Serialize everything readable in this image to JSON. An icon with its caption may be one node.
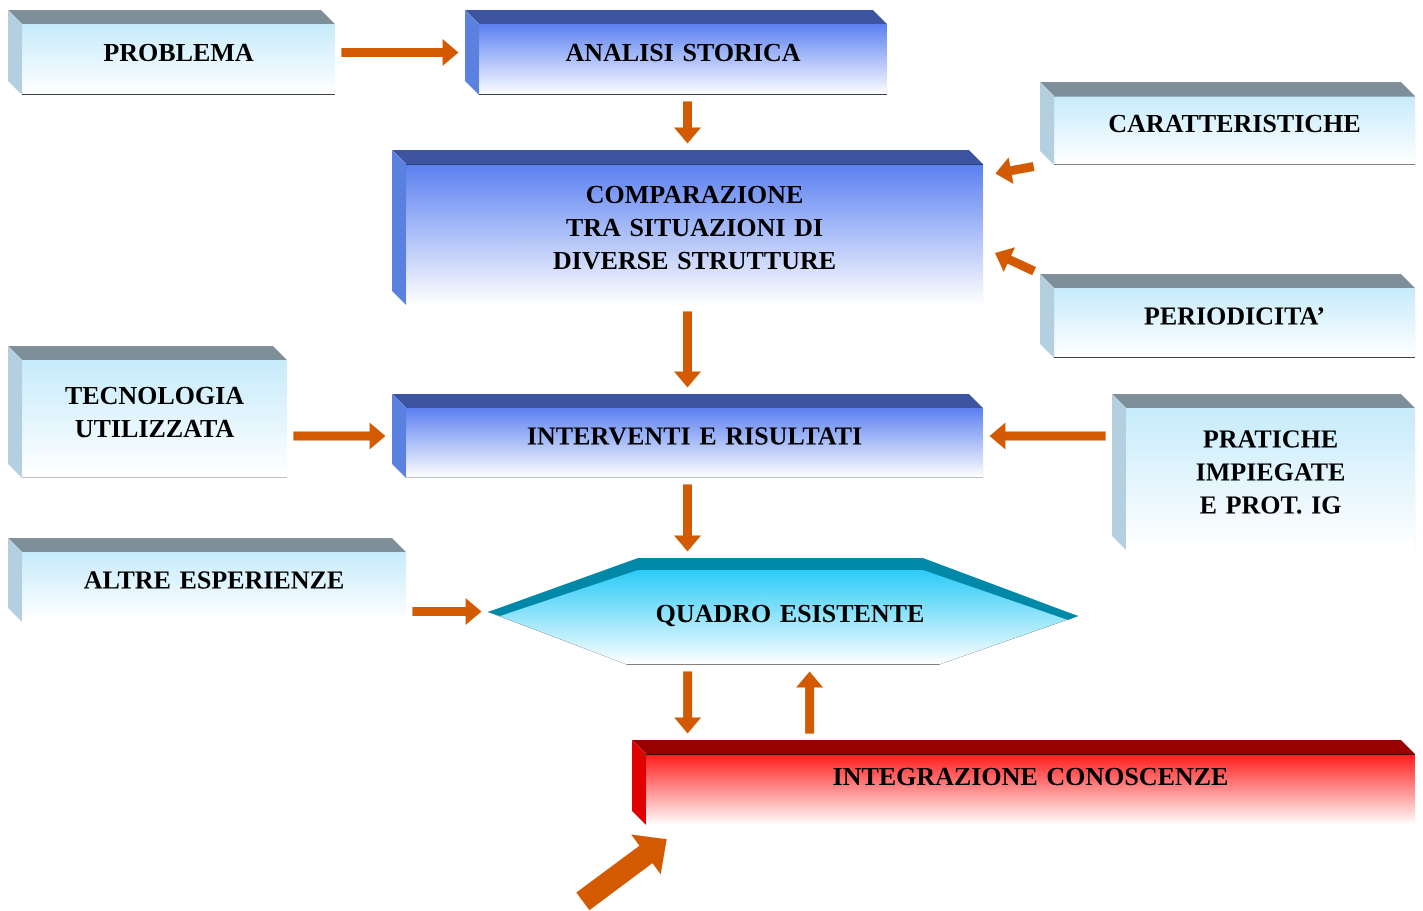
{
  "diagram": {
    "nodes": [
      {
        "text": [
          "PROBLEMA"
        ]
      },
      {
        "text": [
          "ANALISI STORICA"
        ]
      },
      {
        "text": [
          "CARATTERISTICHE"
        ]
      },
      {
        "text": [
          "COMPARAZIONE TRA SITUAZIONI DI DIVERSE STRUTTURE"
        ]
      },
      {
        "text": [
          "PERIODICITA’"
        ]
      },
      {
        "text": [
          "TECNOLOGIA UTILIZZATA"
        ]
      },
      {
        "text": [
          "INTERVENTI E RISULTATI"
        ]
      },
      {
        "text": [
          "PRATICHE IMPIEGATE E PROT. IG"
        ]
      },
      {
        "text": [
          "ALTRE ESPERIENZE"
        ]
      },
      {
        "text": [
          "QUADRO ESISTENTE"
        ]
      },
      {
        "text": [
          "INTEGRAZIONE CONOSCENZE"
        ]
      }
    ],
    "edges": [
      {
        "from": 0,
        "to": 1,
        "arrow": "to"
      },
      {
        "from": 1,
        "to": 3,
        "arrow": "to"
      },
      {
        "from": 2,
        "to": 3,
        "arrow": "to"
      },
      {
        "from": 4,
        "to": 3,
        "arrow": "to"
      },
      {
        "from": 3,
        "to": 6,
        "arrow": "to"
      },
      {
        "from": 5,
        "to": 6,
        "arrow": "to"
      },
      {
        "from": 7,
        "to": 6,
        "arrow": "to"
      },
      {
        "from": 6,
        "to": 9,
        "arrow": "to"
      },
      {
        "from": 8,
        "to": 9,
        "arrow": "to"
      },
      {
        "from": 9,
        "to": 10,
        "arrow": "to"
      },
      {
        "from": 10,
        "to": 9,
        "arrow": "to"
      },
      {
        "from": null,
        "to": 10,
        "arrow": "to",
        "style": "thick"
      }
    ]
  }
}
